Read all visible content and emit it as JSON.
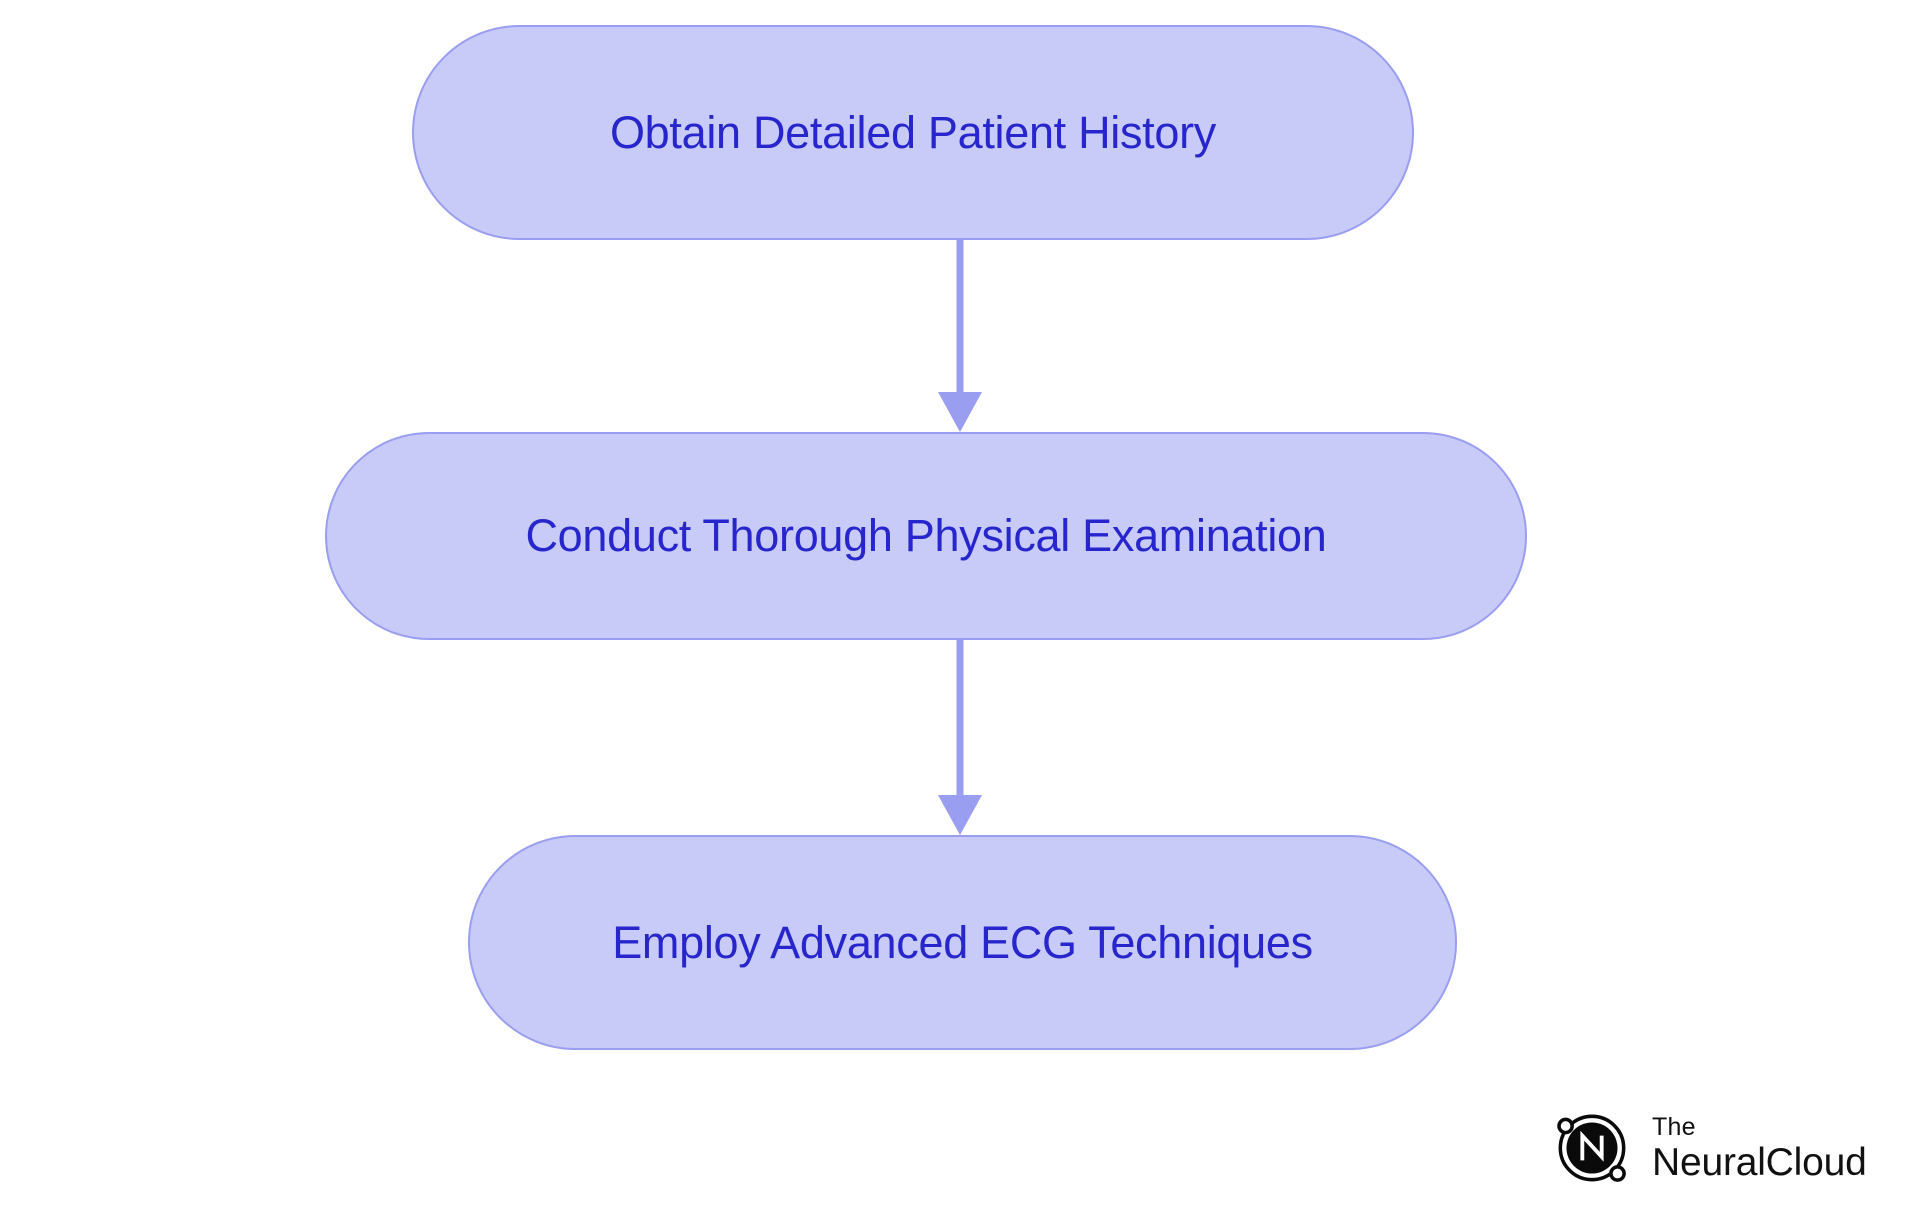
{
  "diagram": {
    "type": "flowchart",
    "orientation": "top-to-bottom",
    "background_color": "#ffffff",
    "node_fill_color": "#c8caf8",
    "node_border_color": "#9a9ef0",
    "node_text_color": "#2626cc",
    "connector_color": "#9a9ef0",
    "nodes": [
      {
        "id": "node-1",
        "label": "Obtain Detailed Patient History"
      },
      {
        "id": "node-2",
        "label": "Conduct Thorough Physical Examination"
      },
      {
        "id": "node-3",
        "label": "Employ Advanced ECG Techniques"
      }
    ],
    "edges": [
      {
        "id": "edge-1",
        "from": "node-1",
        "to": "node-2",
        "arrow": "down"
      },
      {
        "id": "edge-2",
        "from": "node-2",
        "to": "node-3",
        "arrow": "down"
      }
    ]
  },
  "logo": {
    "mark": "neuralcloud-n-icon",
    "line1": "The",
    "line2": "NeuralCloud",
    "color": "#111111"
  }
}
